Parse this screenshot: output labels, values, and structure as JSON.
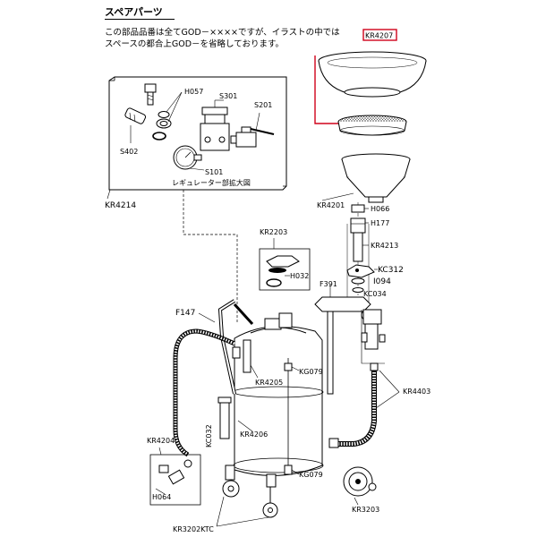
{
  "heading": "スペアパーツ",
  "notes": [
    "この部品品番は全てGOD－××××ですが、イラストの中では",
    "スペースの都合上GOD－を省略しております。"
  ],
  "inset_caption": "レギュレーター部拡大図",
  "highlight_color": "#d0021b",
  "labels": {
    "KR4207": "KR4207",
    "KR4201": "KR4201",
    "H066": "H066",
    "H177": "H177",
    "KR4213": "KR4213",
    "KC312": "KC312",
    "I094": "I094",
    "KC034": "KC034",
    "F391": "F391",
    "KR4403": "KR4403",
    "KR3203": "KR3203",
    "KR3202KTC": "KR3202KTC",
    "KG079_a": "KG079",
    "KG079_b": "KG079",
    "KR4206": "KR4206",
    "KC032": "KC032",
    "KR4205": "KR4205",
    "F147": "F147",
    "KR4204": "KR4204",
    "H064": "H064",
    "KR2203": "KR2203",
    "H032": "H032",
    "KR4214": "KR4214",
    "H057": "H057",
    "S301": "S301",
    "S201": "S201",
    "S402": "S402",
    "S101": "S101"
  }
}
